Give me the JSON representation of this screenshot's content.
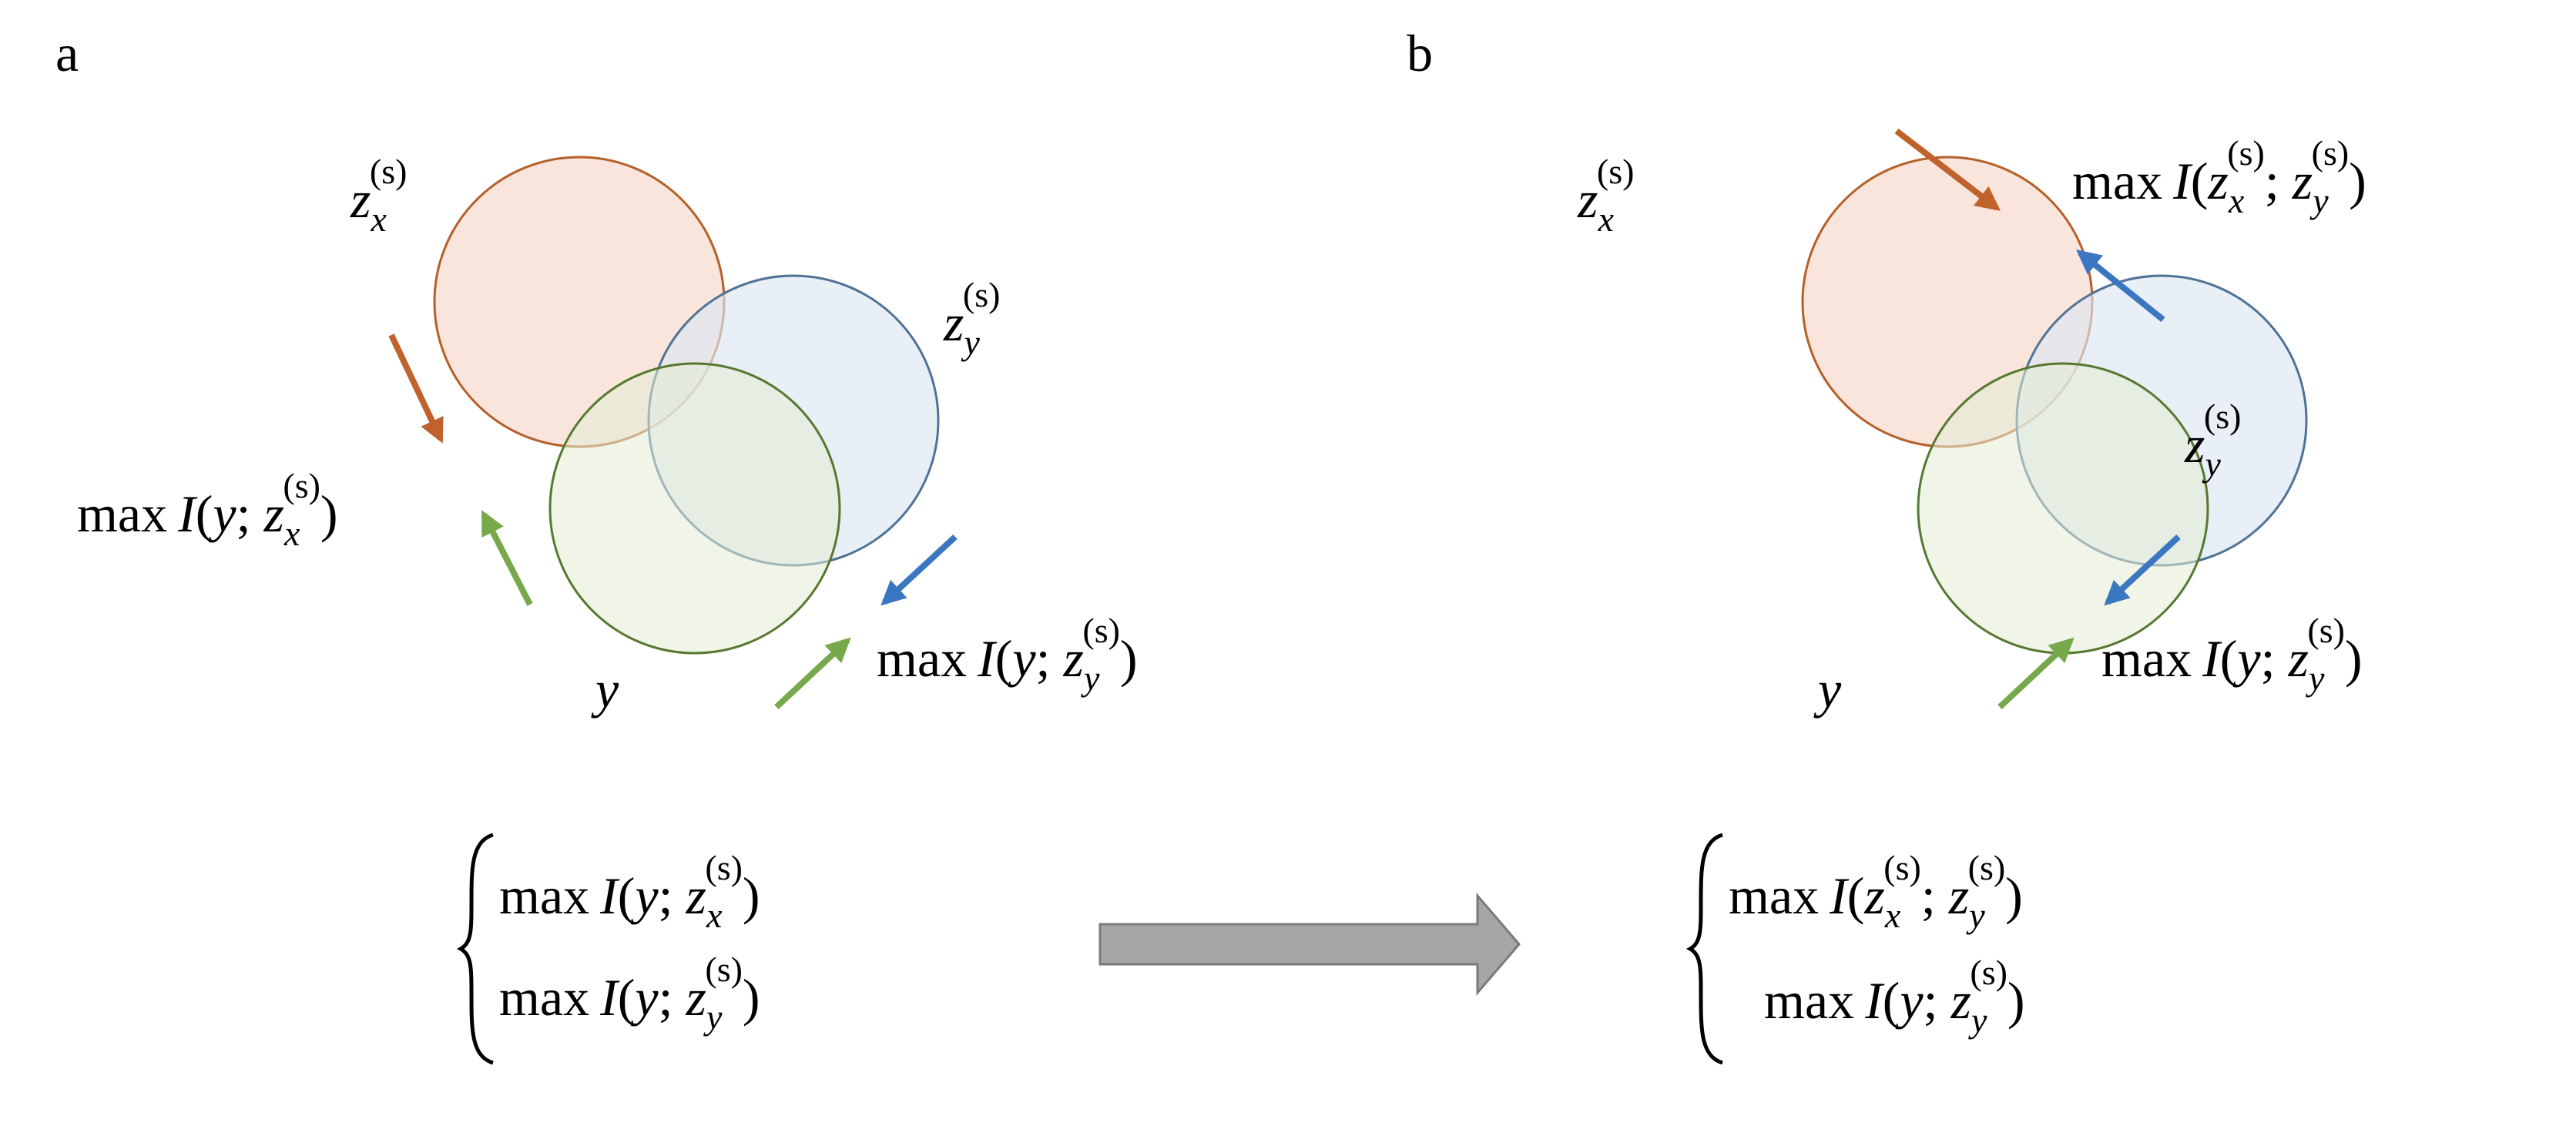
{
  "panels": {
    "a": {
      "label": "a",
      "circle_labels": {
        "zx": {
          "base": "z",
          "sub": "x",
          "sup": "(s)"
        },
        "zy": {
          "base": "z",
          "sub": "y",
          "sup": "(s)"
        },
        "y": "y"
      },
      "objectives": {
        "left": {
          "op": "max",
          "fn": "I",
          "open": "(",
          "arg1": "y",
          "sep": "; ",
          "base": "z",
          "sub": "x",
          "sup": "(s)",
          "close": ")"
        },
        "right": {
          "op": "max",
          "fn": "I",
          "open": "(",
          "arg1": "y",
          "sep": "; ",
          "base": "z",
          "sub": "y",
          "sup": "(s)",
          "close": ")"
        }
      }
    },
    "b": {
      "label": "b",
      "circle_labels": {
        "zx": {
          "base": "z",
          "sub": "x",
          "sup": "(s)"
        },
        "zy": {
          "base": "z",
          "sub": "y",
          "sup": "(s)"
        },
        "y": "y"
      },
      "objectives": {
        "top": {
          "op": "max",
          "fn": "I",
          "open": "(",
          "baseA": "z",
          "subA": "x",
          "supA": "(s)",
          "sep": "; ",
          "base": "z",
          "sub": "y",
          "sup": "(s)",
          "close": ")"
        },
        "right": {
          "op": "max",
          "fn": "I",
          "open": "(",
          "arg1": "y",
          "sep": "; ",
          "base": "z",
          "sub": "y",
          "sup": "(s)",
          "close": ")"
        }
      }
    }
  },
  "bottom": {
    "left_system": {
      "line1": {
        "op": "max",
        "fn": "I",
        "open": "(",
        "arg1": "y",
        "sep": "; ",
        "base": "z",
        "sub": "x",
        "sup": "(s)",
        "close": ")"
      },
      "line2": {
        "op": "max",
        "fn": "I",
        "open": "(",
        "arg1": "y",
        "sep": "; ",
        "base": "z",
        "sub": "y",
        "sup": "(s)",
        "close": ")"
      }
    },
    "right_system": {
      "line1": {
        "op": "max",
        "fn": "I",
        "open": "(",
        "baseA": "z",
        "subA": "x",
        "supA": "(s)",
        "sep": "; ",
        "base": "z",
        "sub": "y",
        "sup": "(s)",
        "close": ")"
      },
      "line2": {
        "op": "max",
        "fn": "I",
        "open": "(",
        "arg1": "y",
        "sep": "; ",
        "base": "z",
        "sub": "y",
        "sup": "(s)",
        "close": ")"
      }
    }
  },
  "colors": {
    "zx_fill": "#f8e1d6",
    "zx_stroke": "#b5602a",
    "zy_fill": "#dde7f3",
    "zy_stroke": "#4f7396",
    "y_fill": "#e3ecd6",
    "y_stroke": "#56792f",
    "arrow_orange": "#c0622c",
    "arrow_blue": "#3b77c0",
    "arrow_green": "#78a84c",
    "big_arrow_fill": "#a6a6a6",
    "big_arrow_stroke": "#7a7a7a"
  }
}
